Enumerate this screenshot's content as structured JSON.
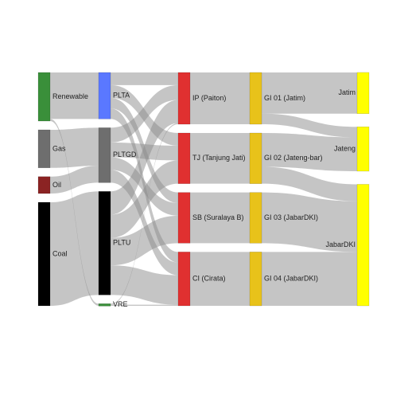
{
  "chart_data": {
    "type": "sankey",
    "title": "",
    "columns": [
      [
        "Renewable",
        "Gas",
        "Oil",
        "Coal"
      ],
      [
        "PLTA",
        "PLTGD",
        "PLTU",
        "VRE"
      ],
      [
        "IP (Paiton)",
        "TJ (Tanjung Jati)",
        "SB (Suralaya B)",
        "CI (Cirata)"
      ],
      [
        "GI 01 (Jatim)",
        "GI 02 (Jateng-bar)",
        "GI 03 (JabarDKI)",
        "GI 04 (JabarDKI)"
      ],
      [
        "Jatim",
        "Jateng",
        "JabarDKI"
      ]
    ],
    "nodes": [
      {
        "id": "Renewable",
        "label": "Renewable",
        "color": "#3a8f3a"
      },
      {
        "id": "Gas",
        "label": "Gas",
        "color": "#6e6e6e"
      },
      {
        "id": "Oil",
        "label": "Oil",
        "color": "#8b2323"
      },
      {
        "id": "Coal",
        "label": "Coal",
        "color": "#000000"
      },
      {
        "id": "PLTA",
        "label": "PLTA",
        "color": "#5a78ff"
      },
      {
        "id": "PLTGD",
        "label": "PLTGD",
        "color": "#6e6e6e"
      },
      {
        "id": "PLTU",
        "label": "PLTU",
        "color": "#000000"
      },
      {
        "id": "VRE",
        "label": "VRE",
        "color": "#3a8f3a"
      },
      {
        "id": "IP",
        "label": "IP (Paiton)",
        "color": "#e03030"
      },
      {
        "id": "TJ",
        "label": "TJ (Tanjung Jati)",
        "color": "#e03030"
      },
      {
        "id": "SB",
        "label": "SB (Suralaya B)",
        "color": "#e03030"
      },
      {
        "id": "CI",
        "label": "CI (Cirata)",
        "color": "#e03030"
      },
      {
        "id": "GI01",
        "label": "GI 01 (Jatim)",
        "color": "#e8c21a"
      },
      {
        "id": "GI02",
        "label": "GI 02 (Jateng-bar)",
        "color": "#e8c21a"
      },
      {
        "id": "GI03",
        "label": "GI 03 (JabarDKI)",
        "color": "#e8c21a"
      },
      {
        "id": "GI04",
        "label": "GI 04 (JabarDKI)",
        "color": "#e8c21a"
      },
      {
        "id": "Jatim",
        "label": "Jatim",
        "color": "#ffff00"
      },
      {
        "id": "Jateng",
        "label": "Jateng",
        "color": "#ffff00"
      },
      {
        "id": "JabarDKI",
        "label": "JabarDKI",
        "color": "#ffff00"
      }
    ],
    "links": [
      {
        "source": "Renewable",
        "target": "PLTA",
        "value": 22
      },
      {
        "source": "Renewable",
        "target": "VRE",
        "value": 1
      },
      {
        "source": "Gas",
        "target": "PLTGD",
        "value": 18
      },
      {
        "source": "Oil",
        "target": "PLTGD",
        "value": 8
      },
      {
        "source": "Coal",
        "target": "PLTU",
        "value": 49
      },
      {
        "source": "PLTA",
        "target": "IP",
        "value": 6
      },
      {
        "source": "PLTA",
        "target": "TJ",
        "value": 6
      },
      {
        "source": "PLTA",
        "target": "SB",
        "value": 5
      },
      {
        "source": "PLTA",
        "target": "CI",
        "value": 5
      },
      {
        "source": "PLTGD",
        "target": "IP",
        "value": 7
      },
      {
        "source": "PLTGD",
        "target": "TJ",
        "value": 7
      },
      {
        "source": "PLTGD",
        "target": "SB",
        "value": 6
      },
      {
        "source": "PLTGD",
        "target": "CI",
        "value": 6
      },
      {
        "source": "PLTU",
        "target": "IP",
        "value": 11
      },
      {
        "source": "PLTU",
        "target": "TJ",
        "value": 11
      },
      {
        "source": "PLTU",
        "target": "SB",
        "value": 13
      },
      {
        "source": "PLTU",
        "target": "CI",
        "value": 14
      },
      {
        "source": "VRE",
        "target": "IP",
        "value": 0.5
      },
      {
        "source": "VRE",
        "target": "CI",
        "value": 0.5
      },
      {
        "source": "IP",
        "target": "GI01",
        "value": 24.5
      },
      {
        "source": "TJ",
        "target": "GI02",
        "value": 24
      },
      {
        "source": "SB",
        "target": "GI03",
        "value": 24
      },
      {
        "source": "CI",
        "target": "GI04",
        "value": 25.5
      },
      {
        "source": "GI01",
        "target": "Jatim",
        "value": 19.5
      },
      {
        "source": "GI01",
        "target": "Jateng",
        "value": 5
      },
      {
        "source": "GI02",
        "target": "Jateng",
        "value": 16
      },
      {
        "source": "GI02",
        "target": "JabarDKI",
        "value": 8
      },
      {
        "source": "GI03",
        "target": "JabarDKI",
        "value": 24
      },
      {
        "source": "GI04",
        "target": "JabarDKI",
        "value": 25.5
      }
    ]
  }
}
